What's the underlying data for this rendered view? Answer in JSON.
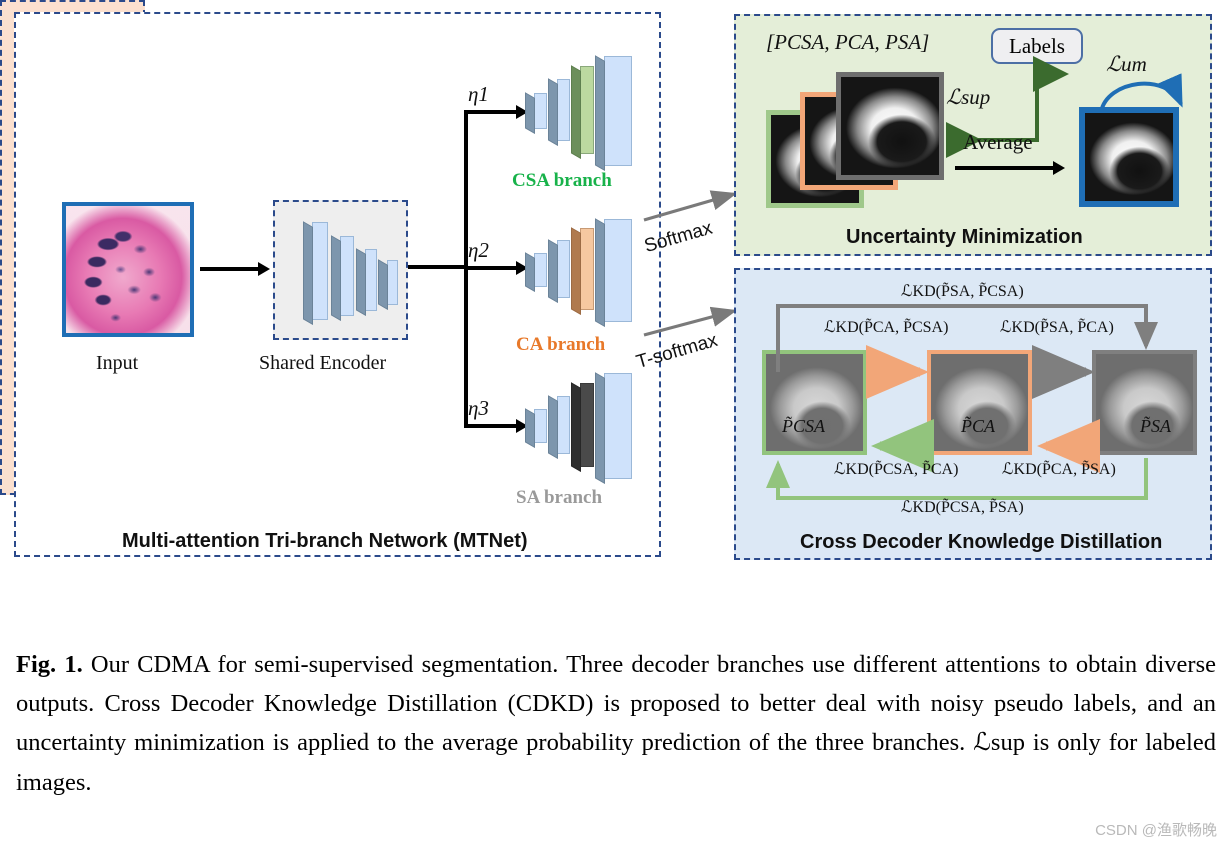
{
  "figure": {
    "caption_prefix": "Fig. 1.",
    "caption": " Our CDMA for semi-supervised segmentation. Three decoder branches use different attentions to obtain diverse outputs. Cross Decoder Knowledge Distillation (CDKD) is proposed to better deal with noisy pseudo labels, and an uncertainty minimization is applied to the average probability prediction of the three branches. ℒsup is only for labeled images.",
    "watermark": "CSDN @渔歌畅晚"
  },
  "mtnet": {
    "title": "Multi-attention Tri-branch Network (MTNet)",
    "input_label": "Input",
    "encoder_label": "Shared Encoder",
    "branch_gates": [
      "η1",
      "η2",
      "η3"
    ],
    "branches": [
      {
        "name": "CSA branch",
        "color": "#18b24a",
        "accent": "#7aa860"
      },
      {
        "name": "CA branch",
        "color": "#e8792a",
        "accent": "#c07a4a"
      },
      {
        "name": "SA branch",
        "color": "#9a9a9a",
        "accent": "#4a4a4a"
      }
    ]
  },
  "connectors": {
    "softmax": "Softmax",
    "t_softmax": "T-softmax"
  },
  "uncertainty": {
    "title": "Uncertainty Minimization",
    "prob_list": "[PCSA, PCA, PSA]",
    "labels_box": "Labels",
    "loss_sup": "ℒsup",
    "loss_um": "ℒum",
    "average": "Average",
    "map_borders": [
      "#9fc88a",
      "#f2a678",
      "#6e6e6e",
      "#1f6eb5"
    ]
  },
  "cdkd": {
    "title": "Cross Decoder Knowledge Distillation",
    "nodes": [
      {
        "id": "csa",
        "label": "P̃CSA",
        "border": "#92c47d"
      },
      {
        "id": "ca",
        "label": "P̃CA",
        "border": "#f2a678"
      },
      {
        "id": "sa",
        "label": "P̃SA",
        "border": "#7f7f7f"
      }
    ],
    "edges": [
      {
        "text": "ℒKD(P̃SA, P̃CSA)",
        "color": "#7f7f7f"
      },
      {
        "text": "ℒKD(P̃CA, P̃CSA)",
        "color": "#f2a678"
      },
      {
        "text": "ℒKD(P̃SA, P̃CA)",
        "color": "#7f7f7f"
      },
      {
        "text": "ℒKD(P̃CSA, P̃CA)",
        "color": "#92c47d"
      },
      {
        "text": "ℒKD(P̃CA, P̃SA)",
        "color": "#f2a678"
      },
      {
        "text": "ℒKD(P̃CSA, P̃SA)",
        "color": "#92c47d"
      }
    ]
  }
}
